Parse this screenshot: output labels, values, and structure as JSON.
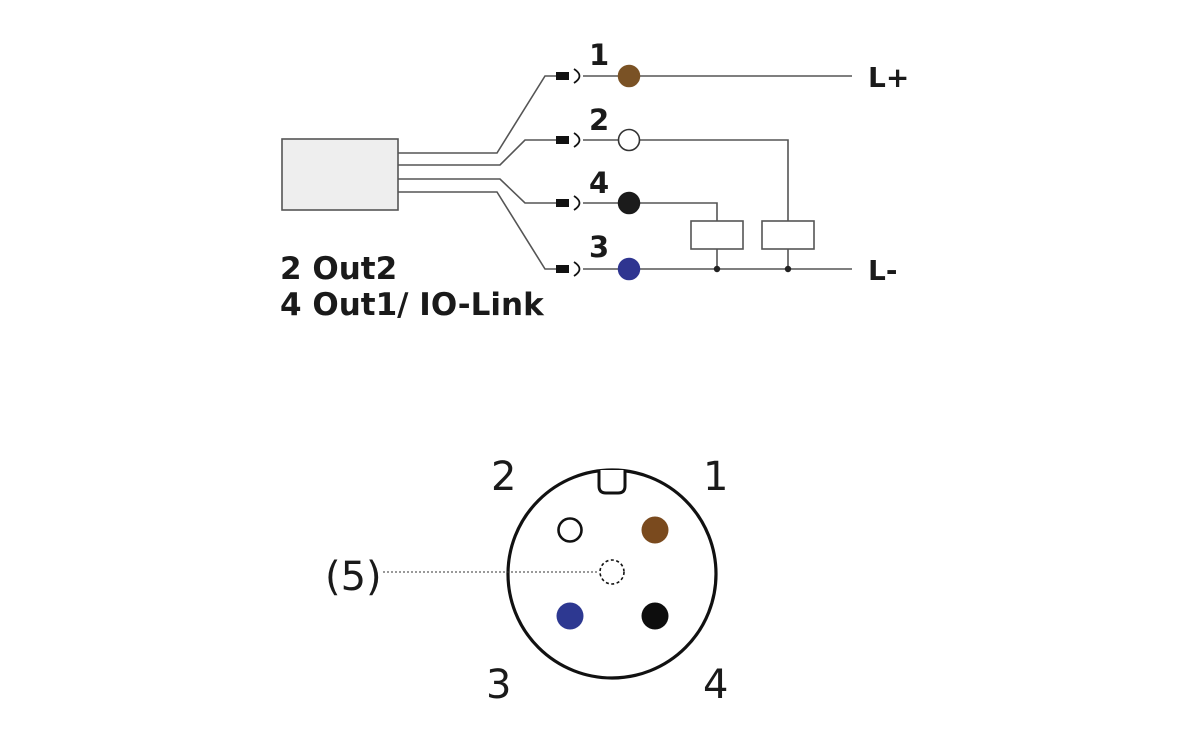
{
  "wiring": {
    "pins": [
      {
        "number": "1",
        "color": "#7a5225"
      },
      {
        "number": "2",
        "color": "#ffffff"
      },
      {
        "number": "4",
        "color": "#1b1b1b"
      },
      {
        "number": "3",
        "color": "#2f3590"
      }
    ],
    "rail_positive": "L+",
    "rail_negative": "L-",
    "legend_line1": "2 Out2",
    "legend_line2": "4 Out1/ IO-Link"
  },
  "connector": {
    "label_1": "1",
    "label_2": "2",
    "label_3": "3",
    "label_4": "4",
    "label_5": "(5)",
    "pin_colors": {
      "pin1": "#7a4a1e",
      "pin2": "#ffffff",
      "pin3": "#2d3891",
      "pin4": "#0d0d0d"
    }
  }
}
